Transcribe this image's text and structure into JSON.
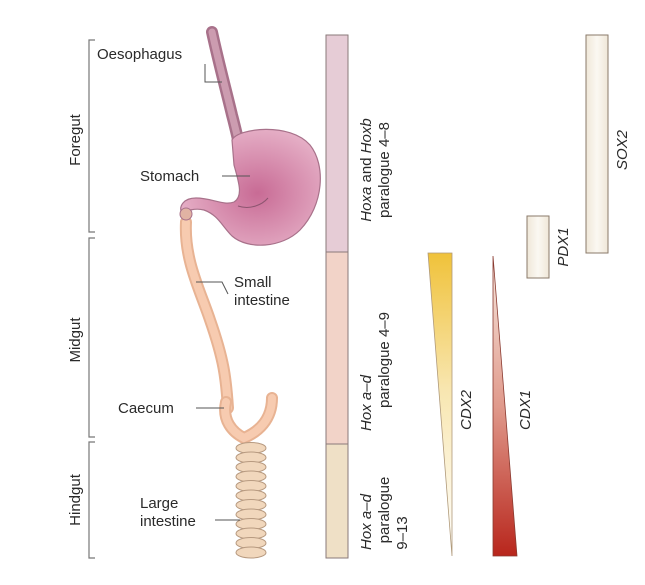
{
  "regions": {
    "foregut": "Foregut",
    "midgut": "Midgut",
    "hindgut": "Hindgut"
  },
  "organs": {
    "oesophagus": "Oesophagus",
    "stomach": "Stomach",
    "small_intestine_line1": "Small",
    "small_intestine_line2": "intestine",
    "caecum": "Caecum",
    "large_intestine_line1": "Large",
    "large_intestine_line2": "intestine"
  },
  "hox_bar": {
    "segments": [
      {
        "gene_a": "Hoxa",
        "joiner": " and ",
        "gene_b": "Hoxb",
        "line2": "paralogue 4–8",
        "line3": "",
        "color": "#e6ccd6"
      },
      {
        "gene_a": "Hox a–d",
        "joiner": "",
        "gene_b": "",
        "line2": "paralogue 4–9",
        "line3": "",
        "color": "#f2d3c8"
      },
      {
        "gene_a": "Hox a–d",
        "joiner": "",
        "gene_b": "",
        "line2": "paralogue",
        "line3": "9–13",
        "color": "#efe0c6"
      }
    ]
  },
  "genes": {
    "cdx2": "CDX2",
    "cdx1": "CDX1",
    "pdx1": "PDX1",
    "sox2": "SOX2"
  },
  "colors": {
    "stomach": "#d690ad",
    "oesophagus": "#bb7f97",
    "small_intestine": "#f6c6aa",
    "large_intestine": "#f1d7bc",
    "cdx2_top": "#f0c23a",
    "cdx1_bottom": "#b8261c",
    "box_fill": "#f8f3ea"
  }
}
